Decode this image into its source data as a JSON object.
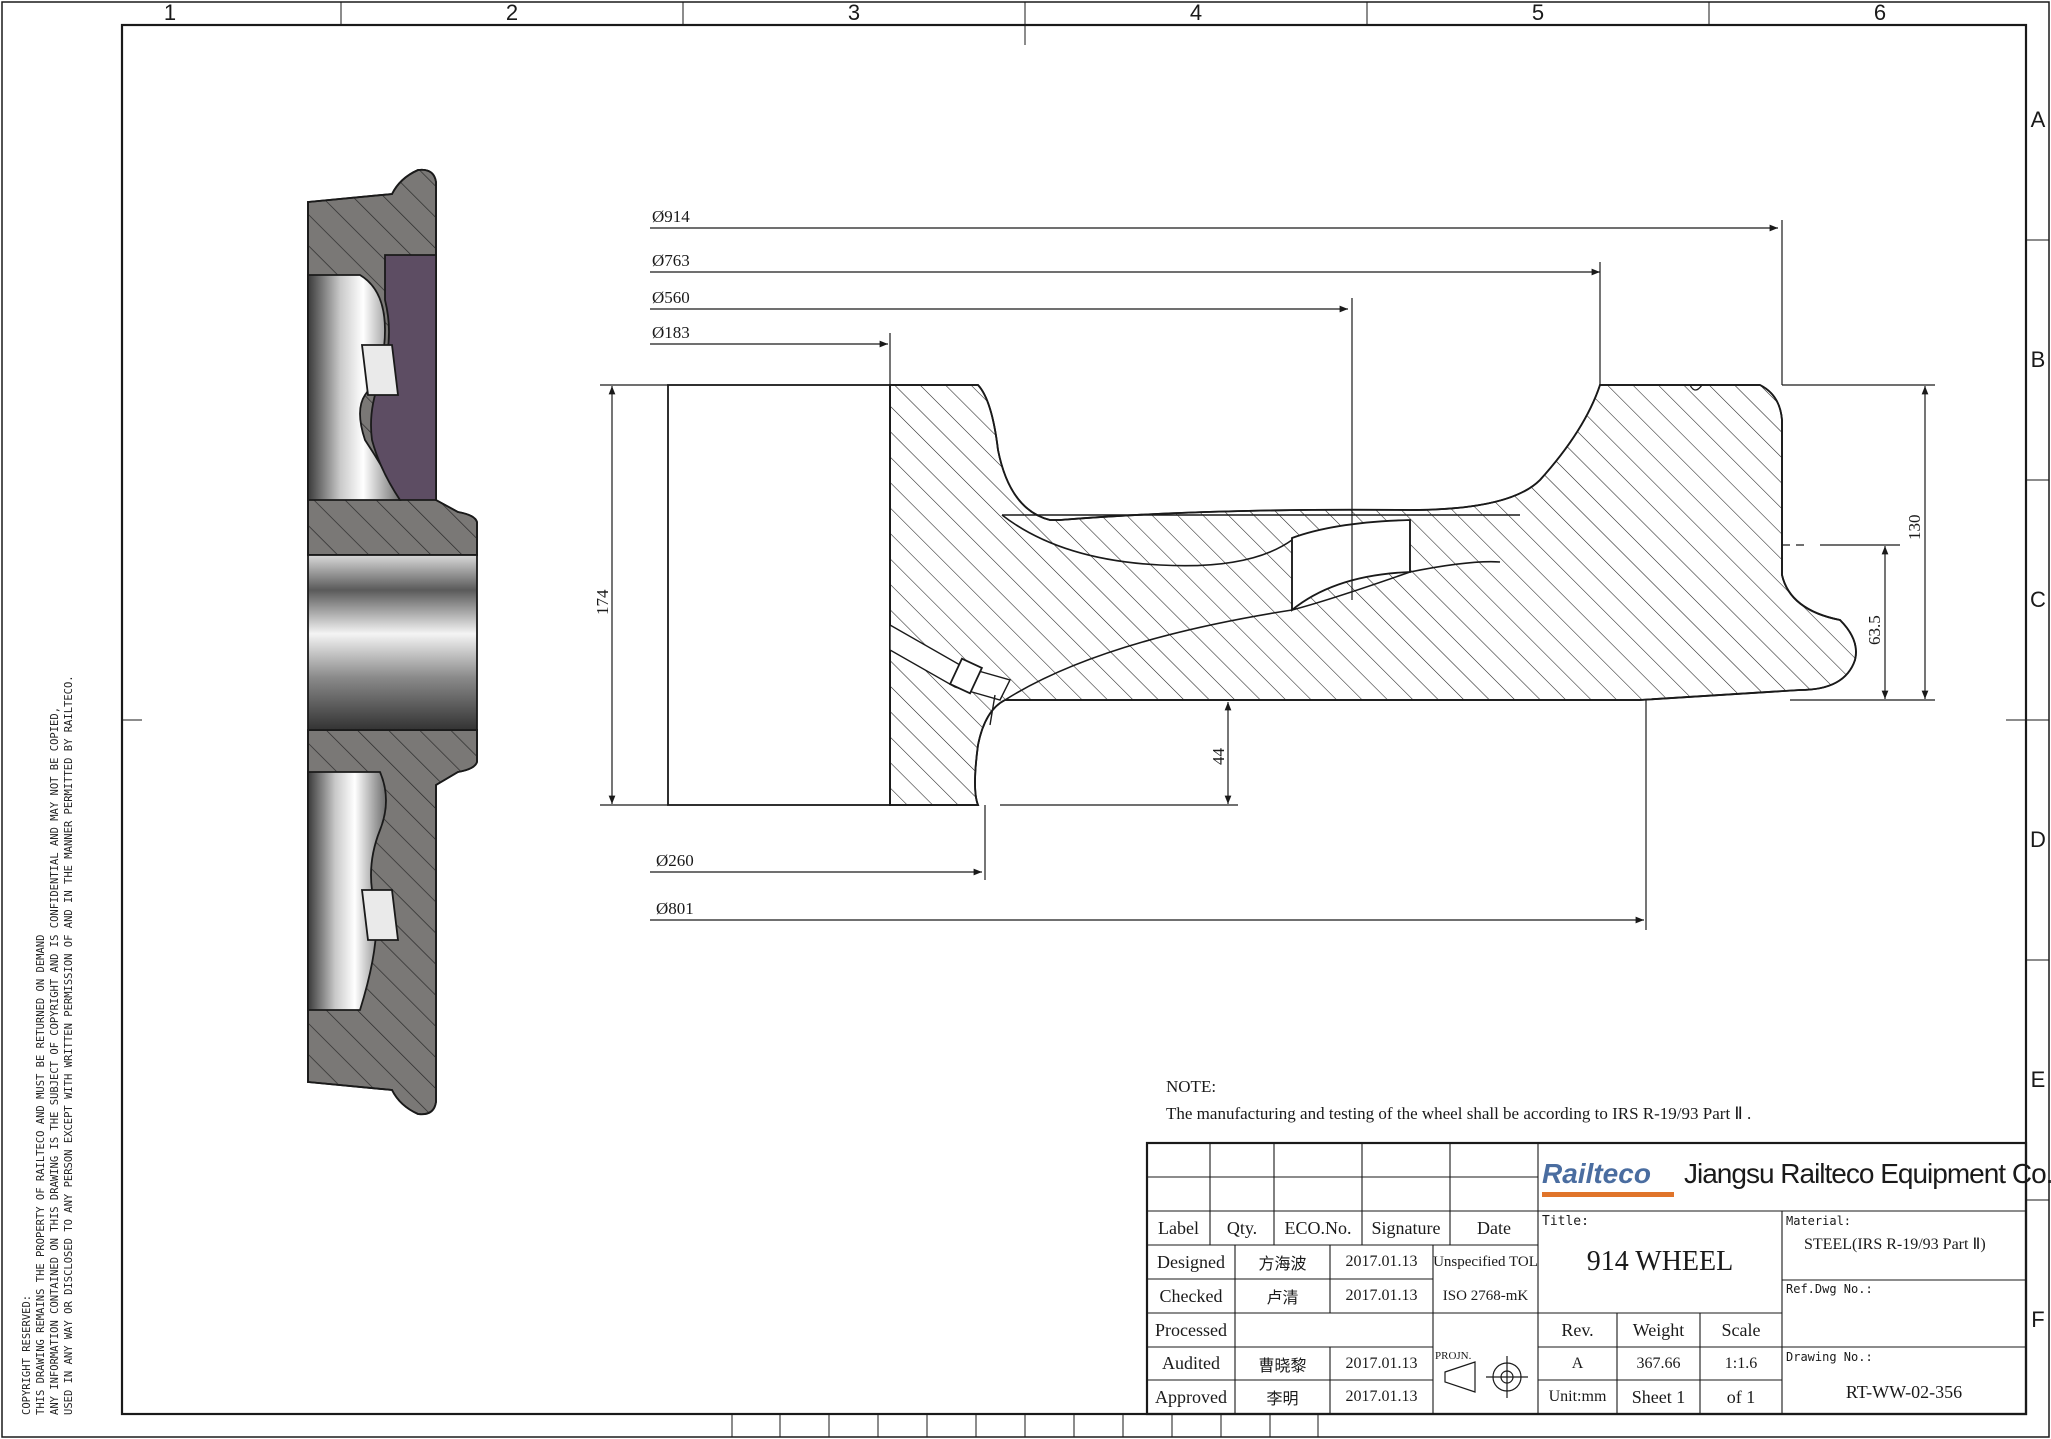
{
  "frame": {
    "columns": [
      "1",
      "2",
      "3",
      "4",
      "5",
      "6"
    ],
    "rows": [
      "A",
      "B",
      "C",
      "D",
      "E",
      "F"
    ]
  },
  "dimensions": {
    "d914": "Ø914",
    "d763": "Ø763",
    "d560": "Ø560",
    "d183": "Ø183",
    "d260": "Ø260",
    "d801": "Ø801",
    "h174": "174",
    "h130": "130",
    "h63_5": "63.5",
    "h44": "44"
  },
  "note": {
    "heading": "NOTE:",
    "text": "The manufacturing and testing of the wheel shall be according to IRS R-19/93 Part Ⅱ ."
  },
  "copyright_lines": [
    "COPYRIGHT RESERVED:",
    "THIS DRAWING REMAINS THE PROPERTY OF RAILTECO AND MUST BE RETURNED ON DEMAND",
    "ANY INFORMATION CONTAINED ON THIS DRAWING IS THE SUBJECT OF COPYRIGHT AND IS CONFIDENTIAL AND MAY NOT BE COPIED,",
    "USED IN ANY WAY OR DISCLOSED TO ANY PERSON EXCEPT WITH WRITTEN PERMISSION OF AND IN THE MANNER PERMITTED BY RAILTECO."
  ],
  "title_block": {
    "header_labels": [
      "Label",
      "Qty.",
      "ECO.No.",
      "Signature",
      "Date"
    ],
    "rows": [
      {
        "role": "Designed",
        "name": "方海波",
        "date": "2017.01.13"
      },
      {
        "role": "Checked",
        "name": "卢清",
        "date": "2017.01.13"
      },
      {
        "role": "Processed",
        "name": "",
        "date": ""
      },
      {
        "role": "Audited",
        "name": "曹晓黎",
        "date": "2017.01.13"
      },
      {
        "role": "Approved",
        "name": "李明",
        "date": "2017.01.13"
      }
    ],
    "tolerance_label": "Unspecified TOL",
    "tolerance_value": "ISO 2768-mK",
    "projection_label": "PROJN.",
    "logo": "Railteco",
    "company": "Jiangsu Railteco Equipment Co.,LTD",
    "title_label": "Title:",
    "title": "914 WHEEL",
    "material_label": "Material:",
    "material": "STEEL(IRS R-19/93 Part Ⅱ)",
    "ref_label": "Ref.Dwg No.:",
    "drawing_no_label": "Drawing No.:",
    "drawing_no": "RT-WW-02-356",
    "rev_label": "Rev.",
    "rev": "A",
    "weight_label": "Weight",
    "weight": "367.66",
    "scale_label": "Scale",
    "scale": "1:1.6",
    "unit": "Unit:mm",
    "sheet": "Sheet 1",
    "of": "of 1"
  },
  "colors": {
    "line": "#1a1a1a",
    "section_fill": "#7a7876",
    "bore_light": "#f2f2f2",
    "bore_dark": "#3c3c3c",
    "purple": "#5d4d63",
    "logo_blue": "#4a6da0",
    "logo_orange": "#e0742a"
  }
}
